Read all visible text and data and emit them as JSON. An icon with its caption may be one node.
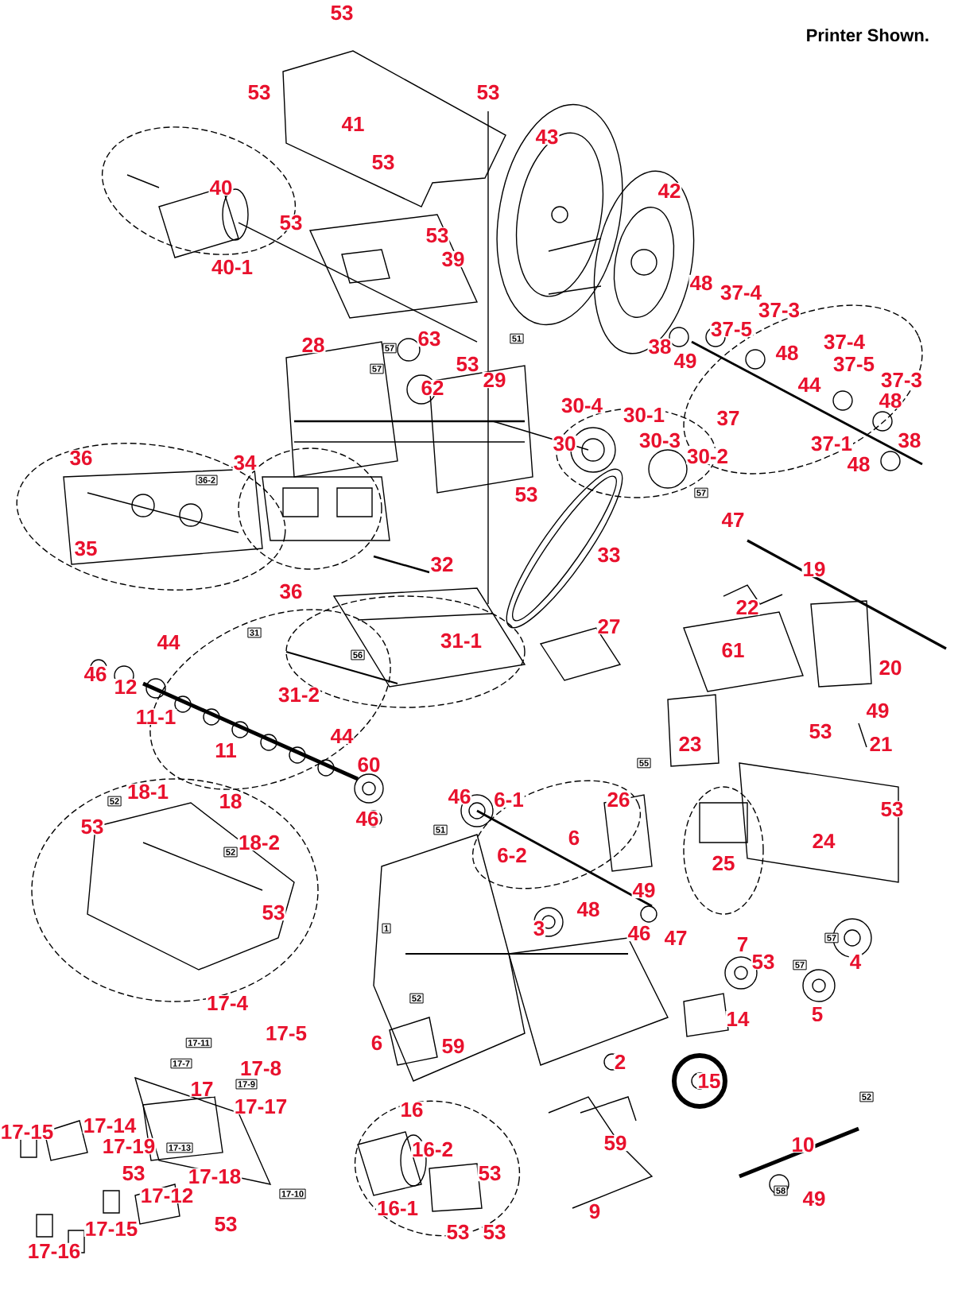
{
  "diagram": {
    "title": "Printer Shown.",
    "labels": [
      "53",
      "53",
      "53",
      "41",
      "43",
      "53",
      "40",
      "42",
      "53",
      "53",
      "39",
      "40-1",
      "48",
      "37-4",
      "37-3",
      "63",
      "28",
      "37-5",
      "38",
      "49",
      "53",
      "29",
      "62",
      "37-4",
      "48",
      "37-5",
      "37-3",
      "44",
      "48",
      "30-4",
      "30-1",
      "37",
      "37-1",
      "38",
      "30",
      "30-3",
      "30-2",
      "48",
      "36",
      "34",
      "53",
      "47",
      "35",
      "33",
      "32",
      "19",
      "36",
      "22",
      "27",
      "31-1",
      "61",
      "20",
      "44",
      "46",
      "12",
      "11-1",
      "31-2",
      "49",
      "23",
      "21",
      "53",
      "11",
      "44",
      "60",
      "46",
      "46",
      "6-1",
      "18-1",
      "18",
      "26",
      "53",
      "53",
      "24",
      "6",
      "18-2",
      "6-2",
      "25",
      "49",
      "53",
      "48",
      "3",
      "46",
      "47",
      "7",
      "4",
      "53",
      "5",
      "14",
      "6",
      "59",
      "17-4",
      "17-5",
      "2",
      "15",
      "17-8",
      "17",
      "17-17",
      "16",
      "10",
      "17-15",
      "17-14",
      "59",
      "17-19",
      "16-2",
      "53",
      "53",
      "17-18",
      "17-12",
      "49",
      "16-1",
      "9",
      "53",
      "17-15",
      "53",
      "53",
      "17-16",
      "57",
      "57",
      "51",
      "36-2",
      "57",
      "31",
      "56",
      "55",
      "52",
      "52",
      "51",
      "1",
      "57",
      "57",
      "52",
      "17-11",
      "17-7",
      "17-9",
      "52",
      "17-13",
      "17-10",
      "58"
    ]
  }
}
